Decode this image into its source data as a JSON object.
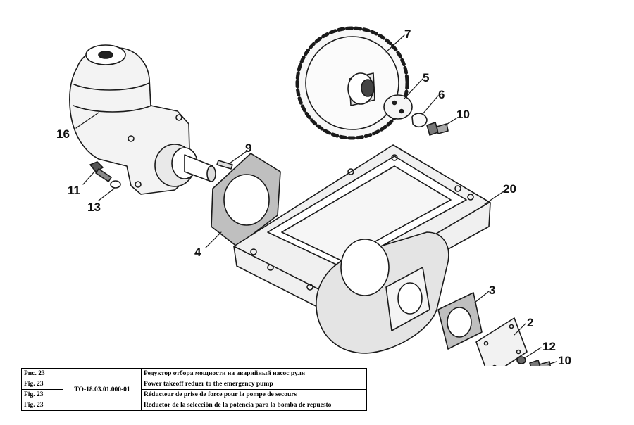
{
  "callouts": {
    "c16": "16",
    "c9": "9",
    "c11": "11",
    "c13": "13",
    "c4": "4",
    "c7": "7",
    "c5": "5",
    "c6": "6",
    "c10a": "10",
    "c20": "20",
    "c3": "3",
    "c2": "2",
    "c12": "12",
    "c10b": "10"
  },
  "caption": {
    "code": "ТО-18.03.01.000-01",
    "rows": [
      {
        "label": "Рис. 23",
        "text": "Редуктор отбора мощности на аварийный насос руля"
      },
      {
        "label": "Fig. 23",
        "text": "Power takeoff reduer to the emergency pump"
      },
      {
        "label": "Fig. 23",
        "text": "Réducteur de prise de force pour la pompe de secours"
      },
      {
        "label": "Fig. 23",
        "text": "Reductor de la selección de la potencia para la bomba de repuesto"
      }
    ]
  }
}
